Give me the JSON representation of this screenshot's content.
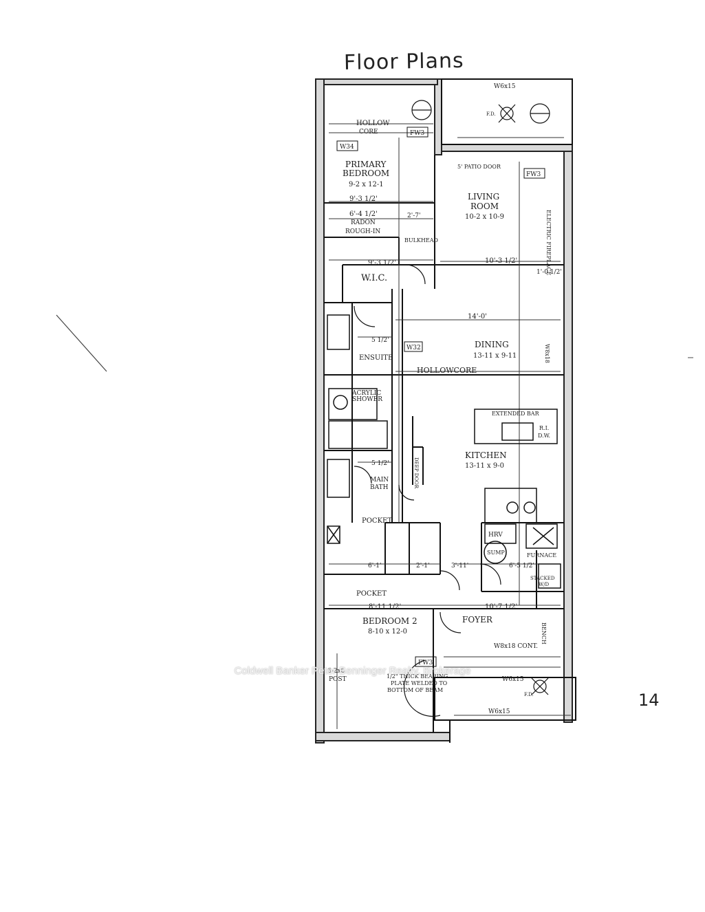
{
  "page": {
    "title": "Floor Plans",
    "page_number": "14",
    "watermark": "Coldwell Banker Peter Benninger Realty, Brokerage"
  },
  "labels": {
    "w6x15_top": "W6x15",
    "hollow": "HOLLOW",
    "core": "CORE",
    "fw3_a": "FW3",
    "w34": "W34",
    "primary_name1": "PRIMARY",
    "primary_name2": "BEDROOM",
    "primary_dims": "9-2 x 12-1",
    "primary_w": "9'-3 1/2'",
    "patio": "5' PATIO DOOR",
    "fw3_b": "FW3",
    "living1": "LIVING",
    "living2": "ROOM",
    "living_dims": "10-2 x 10-9",
    "fireplace": "ELECTRIC FIREPLACE",
    "radon_w": "6'-4 1/2'",
    "radon1": "RADON",
    "radon2": "ROUGH-IN",
    "bulkhead": "BULKHEAD",
    "dim_2_7": "2'-7'",
    "wic_w": "9'-3 1/2'",
    "wic": "W.I.C.",
    "living_w": "10'-3 1/2'",
    "dim_1_0": "1'-0 1/2'",
    "dim_14": "14'-0'",
    "ensuite_w": "5 1/2'",
    "w32": "W32",
    "dining": "DINING",
    "dining_dims": "13-11 x 9-11",
    "ensuite": "ENSUITE",
    "hollowcore": "HOLLOWCORE",
    "w8x18": "W8x18",
    "shower1": "ACRYLIC",
    "shower2": "SHOWER",
    "ext_bar": "EXTENDED BAR",
    "rl": "R.I.",
    "dw": "D.W.",
    "bath_w": "5 1/2'",
    "deep_door": "DEEP DOOR",
    "kitchen": "KITCHEN",
    "kitchen_dims": "13-11 x 9-0",
    "main1": "MAIN",
    "main2": "BATH",
    "pocket1": "POCKET",
    "hrv": "HRV",
    "sump": "SUMP",
    "furnace": "FURNACE",
    "dim_6_1": "6'-1'",
    "dim_2_1": "2'-1'",
    "dim_3_11": "3'-11'",
    "dim_6_5": "6'-5 1/2'",
    "stacked1": "STACKED",
    "stacked2": "W/D",
    "pocket2": "POCKET",
    "bed2_w": "8'-11 1/2'",
    "foyer_w": "10'-7 1/2'",
    "bed2_name": "BEDROOM 2",
    "bed2_dims": "8-10 x 12-0",
    "foyer": "FOYER",
    "w8x18_cont": "W8x18 CONT.",
    "bench": "BENCH",
    "fw3_c": "FW3",
    "plate1": "1/2\" THICK BEARING",
    "plate2": "PLATE WELDED TO",
    "plate3": "BOTTOM OF BEAM",
    "post1": "6-2x6",
    "post2": "POST",
    "w6x15_bot1": "W6x15",
    "w6x15_bot2": "W6x15",
    "fd_top": "F.D.",
    "fd_bot": "F.D."
  }
}
